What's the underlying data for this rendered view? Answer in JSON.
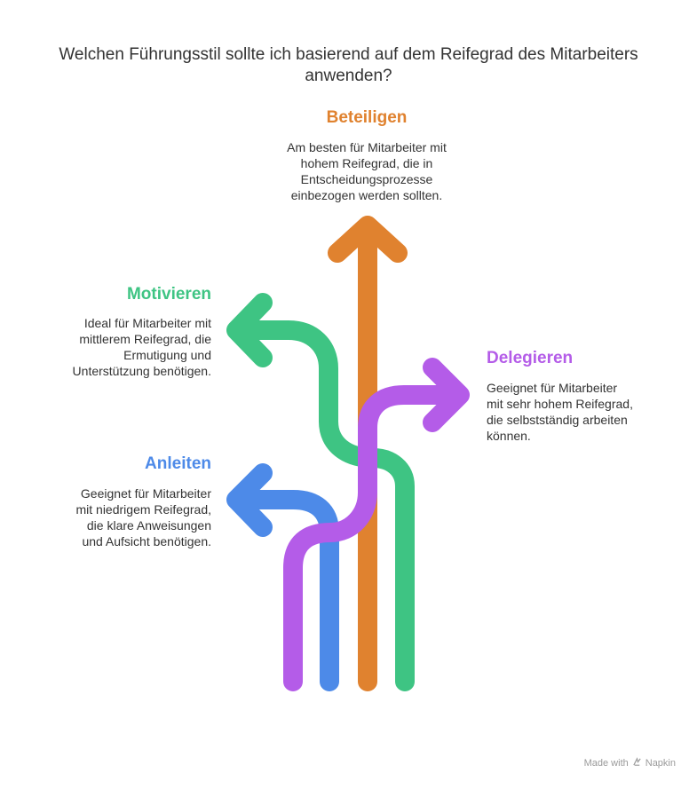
{
  "title": "Welchen Führungsstil sollte ich basierend auf dem Reifegrad des Mitarbeiters anwenden?",
  "colors": {
    "beteiligen": "#E0822F",
    "motivieren": "#3EC483",
    "delegieren": "#B45CE8",
    "anleiten": "#4D8AE8"
  },
  "options": {
    "beteiligen": {
      "label": "Beteiligen",
      "desc": [
        "Am besten für Mitarbeiter mit",
        "hohem Reifegrad, die in",
        "Entscheidungsprozesse",
        "einbezogen werden sollten."
      ]
    },
    "motivieren": {
      "label": "Motivieren",
      "desc": [
        "Ideal für Mitarbeiter mit",
        "mittlerem Reifegrad, die",
        "Ermutigung und",
        "Unterstützung benötigen."
      ]
    },
    "delegieren": {
      "label": "Delegieren",
      "desc": [
        "Geeignet für Mitarbeiter",
        "mit sehr hohem Reifegrad,",
        "die selbstständig arbeiten",
        "können."
      ]
    },
    "anleiten": {
      "label": "Anleiten",
      "desc": [
        "Geeignet für Mitarbeiter",
        "mit niedrigem Reifegrad,",
        "die klare Anweisungen",
        "und Aufsicht benötigen."
      ]
    }
  },
  "credit": {
    "text": "Made with",
    "brand": "Napkin",
    "logo_icon": "napkin-logo-icon"
  }
}
